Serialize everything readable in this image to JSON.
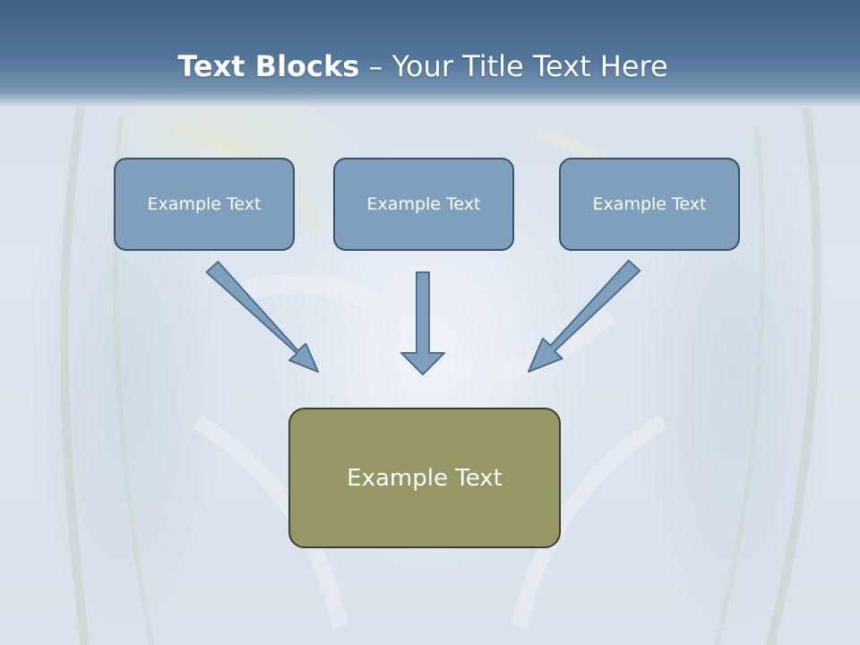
{
  "title": {
    "strong": "Text Blocks",
    "separator": " – ",
    "rest": "Your Title Text Here"
  },
  "blocks": [
    {
      "label": "Example Text"
    },
    {
      "label": "Example Text"
    },
    {
      "label": "Example Text"
    }
  ],
  "result_block": {
    "label": "Example Text"
  },
  "colors": {
    "title_band": "#466a8e",
    "block_fill": "#7e9fbd",
    "block_border": "#3c5067",
    "result_fill": "#979667",
    "result_border": "#3c3f2a",
    "arrow_fill": "#7e9fbd",
    "arrow_stroke": "#4e6d8b"
  }
}
